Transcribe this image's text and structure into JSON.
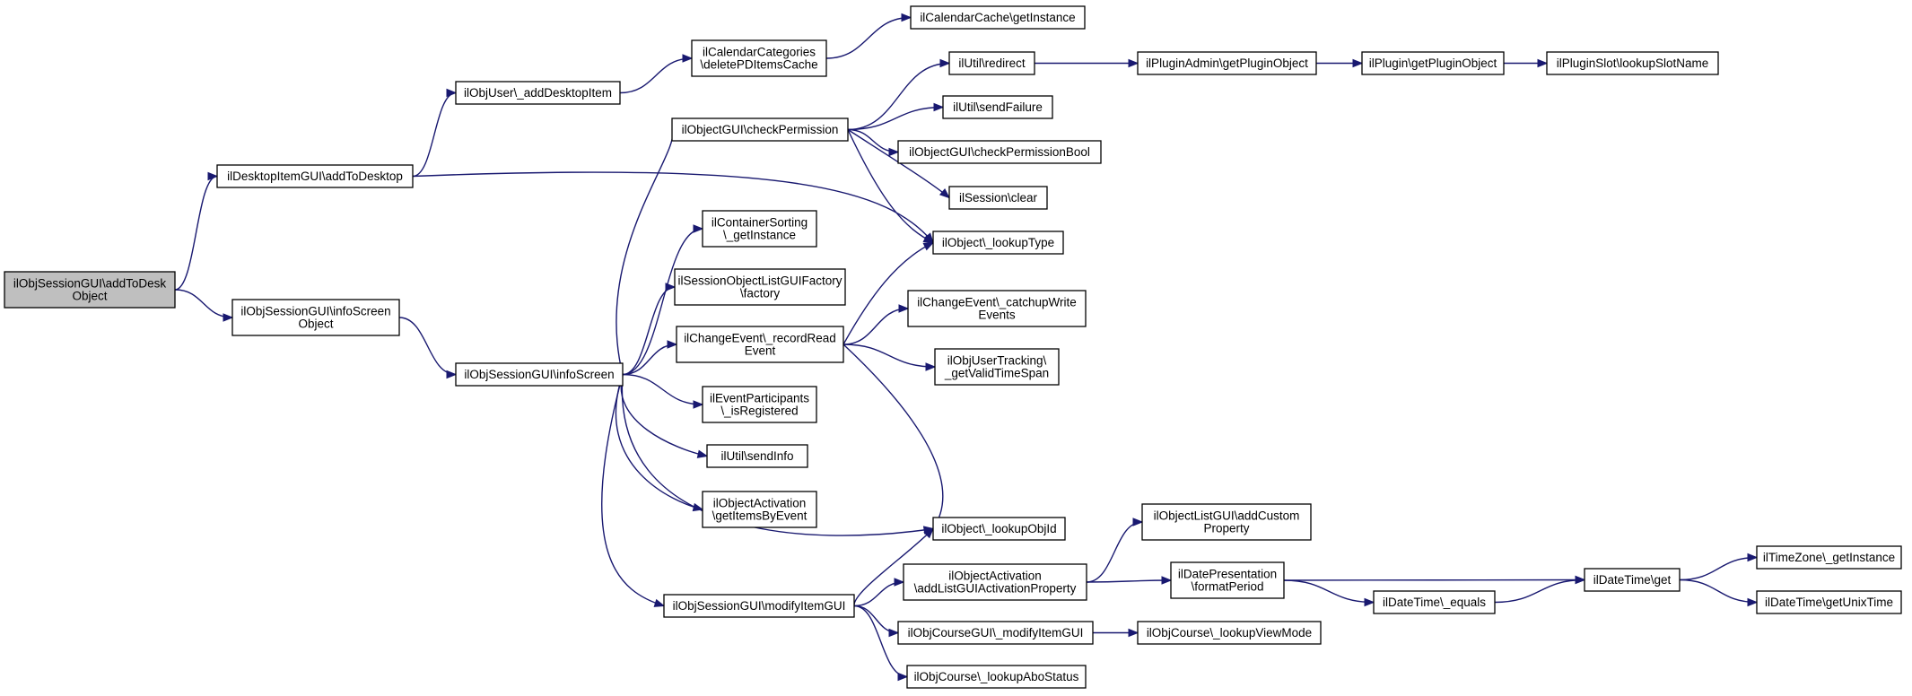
{
  "diagram": {
    "type": "call-graph",
    "colors": {
      "edge": "#191970",
      "root_fill": "#bfbfbf",
      "node_fill": "#ffffff",
      "node_border": "#000000"
    },
    "root": "n_root",
    "nodes": [
      {
        "id": "n_root",
        "lines": [
          "ilObjSessionGUI\\addToDesk",
          "Object"
        ],
        "root": true
      },
      {
        "id": "n_desk_add",
        "lines": [
          "ilDesktopItemGUI\\addToDesktop"
        ]
      },
      {
        "id": "n_info_obj",
        "lines": [
          "ilObjSessionGUI\\infoScreen",
          "Object"
        ]
      },
      {
        "id": "n_user_add",
        "lines": [
          "ilObjUser\\_addDesktopItem"
        ]
      },
      {
        "id": "n_info",
        "lines": [
          "ilObjSessionGUI\\infoScreen"
        ]
      },
      {
        "id": "n_calcat",
        "lines": [
          "ilCalendarCategories",
          "\\deletePDItemsCache"
        ]
      },
      {
        "id": "n_calcache",
        "lines": [
          "ilCalendarCache\\getInstance"
        ]
      },
      {
        "id": "n_checkperm",
        "lines": [
          "ilObjectGUI\\checkPermission"
        ]
      },
      {
        "id": "n_contsort",
        "lines": [
          "ilContainerSorting",
          "\\_getInstance"
        ]
      },
      {
        "id": "n_sessfac",
        "lines": [
          "ilSessionObjectListGUIFactory",
          "\\factory"
        ]
      },
      {
        "id": "n_recread",
        "lines": [
          "ilChangeEvent\\_recordRead",
          "Event"
        ]
      },
      {
        "id": "n_evpart",
        "lines": [
          "ilEventParticipants",
          "\\_isRegistered"
        ]
      },
      {
        "id": "n_sendinfo",
        "lines": [
          "ilUtil\\sendInfo"
        ]
      },
      {
        "id": "n_objact_items",
        "lines": [
          "ilObjectActivation",
          "\\getItemsByEvent"
        ]
      },
      {
        "id": "n_modify",
        "lines": [
          "ilObjSessionGUI\\modifyItemGUI"
        ]
      },
      {
        "id": "n_redirect",
        "lines": [
          "ilUtil\\redirect"
        ]
      },
      {
        "id": "n_sendfail",
        "lines": [
          "ilUtil\\sendFailure"
        ]
      },
      {
        "id": "n_checkbool",
        "lines": [
          "ilObjectGUI\\checkPermissionBool"
        ]
      },
      {
        "id": "n_sessclear",
        "lines": [
          "ilSession\\clear"
        ]
      },
      {
        "id": "n_lookuptype",
        "lines": [
          "ilObject\\_lookupType"
        ]
      },
      {
        "id": "n_catchup",
        "lines": [
          "ilChangeEvent\\_catchupWrite",
          "Events"
        ]
      },
      {
        "id": "n_usertrack",
        "lines": [
          "ilObjUserTracking\\",
          "_getValidTimeSpan"
        ]
      },
      {
        "id": "n_lookupobjid",
        "lines": [
          "ilObject\\_lookupObjId"
        ]
      },
      {
        "id": "n_addlistact",
        "lines": [
          "ilObjectActivation",
          "\\addListGUIActivationProperty"
        ]
      },
      {
        "id": "n_coursemod",
        "lines": [
          "ilObjCourseGUI\\_modifyItemGUI"
        ]
      },
      {
        "id": "n_aboStatus",
        "lines": [
          "ilObjCourse\\_lookupAboStatus"
        ]
      },
      {
        "id": "n_pluginadmin",
        "lines": [
          "ilPluginAdmin\\getPluginObject"
        ]
      },
      {
        "id": "n_plugin",
        "lines": [
          "ilPlugin\\getPluginObject"
        ]
      },
      {
        "id": "n_pluginslot",
        "lines": [
          "ilPluginSlot\\lookupSlotName"
        ]
      },
      {
        "id": "n_addcustom",
        "lines": [
          "ilObjectListGUI\\addCustom",
          "Property"
        ]
      },
      {
        "id": "n_datepres",
        "lines": [
          "ilDatePresentation",
          "\\formatPeriod"
        ]
      },
      {
        "id": "n_viewmode",
        "lines": [
          "ilObjCourse\\_lookupViewMode"
        ]
      },
      {
        "id": "n_dtequals",
        "lines": [
          "ilDateTime\\_equals"
        ]
      },
      {
        "id": "n_dtget",
        "lines": [
          "ilDateTime\\get"
        ]
      },
      {
        "id": "n_tzinst",
        "lines": [
          "ilTimeZone\\_getInstance"
        ]
      },
      {
        "id": "n_unixtime",
        "lines": [
          "ilDateTime\\getUnixTime"
        ]
      }
    ],
    "edges": [
      [
        "n_root",
        "n_desk_add"
      ],
      [
        "n_root",
        "n_info_obj"
      ],
      [
        "n_desk_add",
        "n_user_add"
      ],
      [
        "n_desk_add",
        "n_lookuptype"
      ],
      [
        "n_user_add",
        "n_calcat"
      ],
      [
        "n_calcat",
        "n_calcache"
      ],
      [
        "n_info_obj",
        "n_info"
      ],
      [
        "n_info",
        "n_checkperm"
      ],
      [
        "n_info",
        "n_contsort"
      ],
      [
        "n_info",
        "n_sessfac"
      ],
      [
        "n_info",
        "n_recread"
      ],
      [
        "n_info",
        "n_evpart"
      ],
      [
        "n_info",
        "n_sendinfo"
      ],
      [
        "n_info",
        "n_objact_items"
      ],
      [
        "n_info",
        "n_lookupobjid"
      ],
      [
        "n_info",
        "n_modify"
      ],
      [
        "n_checkperm",
        "n_redirect"
      ],
      [
        "n_checkperm",
        "n_sendfail"
      ],
      [
        "n_checkperm",
        "n_checkbool"
      ],
      [
        "n_checkperm",
        "n_sessclear"
      ],
      [
        "n_checkperm",
        "n_lookuptype"
      ],
      [
        "n_recread",
        "n_lookuptype"
      ],
      [
        "n_recread",
        "n_catchup"
      ],
      [
        "n_recread",
        "n_usertrack"
      ],
      [
        "n_recread",
        "n_lookupobjid"
      ],
      [
        "n_modify",
        "n_lookupobjid"
      ],
      [
        "n_modify",
        "n_addlistact"
      ],
      [
        "n_modify",
        "n_coursemod"
      ],
      [
        "n_modify",
        "n_aboStatus"
      ],
      [
        "n_redirect",
        "n_pluginadmin"
      ],
      [
        "n_pluginadmin",
        "n_plugin"
      ],
      [
        "n_plugin",
        "n_pluginslot"
      ],
      [
        "n_addlistact",
        "n_addcustom"
      ],
      [
        "n_addlistact",
        "n_datepres"
      ],
      [
        "n_datepres",
        "n_dtget"
      ],
      [
        "n_datepres",
        "n_dtequals"
      ],
      [
        "n_dtequals",
        "n_dtget"
      ],
      [
        "n_dtget",
        "n_tzinst"
      ],
      [
        "n_dtget",
        "n_unixtime"
      ],
      [
        "n_coursemod",
        "n_viewmode"
      ]
    ]
  }
}
